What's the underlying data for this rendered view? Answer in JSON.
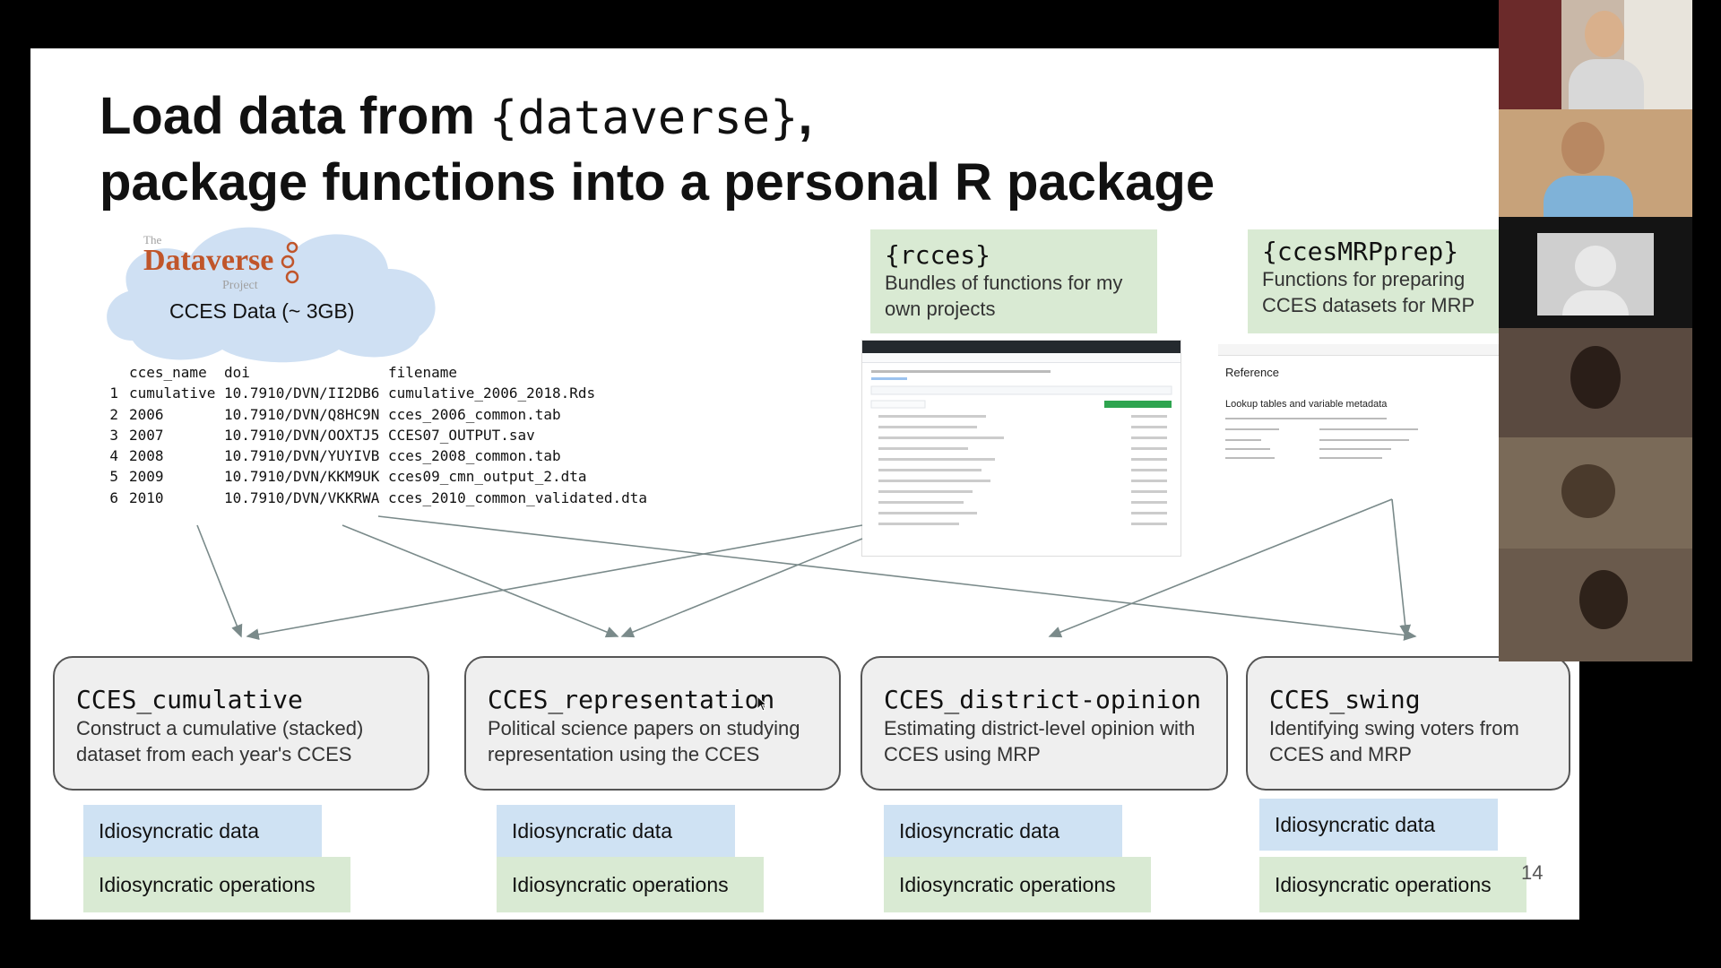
{
  "slide": {
    "title_line1_pre": "Load data from ",
    "title_line1_code": "{dataverse}",
    "title_line1_post": ",",
    "title_line2": "package functions into a personal R package",
    "page_number": "14"
  },
  "dataverse": {
    "logo_the": "The",
    "logo_name": "Dataverse",
    "logo_project": "Project",
    "label": "CCES Data (~ 3GB)"
  },
  "data_table": {
    "headers": [
      "",
      "cces_name",
      "doi",
      "filename"
    ],
    "rows": [
      [
        "1",
        "cumulative",
        "10.7910/DVN/II2DB6",
        "cumulative_2006_2018.Rds"
      ],
      [
        "2",
        "2006",
        "10.7910/DVN/Q8HC9N",
        "cces_2006_common.tab"
      ],
      [
        "3",
        "2007",
        "10.7910/DVN/OOXTJ5",
        "CCES07_OUTPUT.sav"
      ],
      [
        "4",
        "2008",
        "10.7910/DVN/YUYIVB",
        "cces_2008_common.tab"
      ],
      [
        "5",
        "2009",
        "10.7910/DVN/KKM9UK",
        "cces09_cmn_output_2.dta"
      ],
      [
        "6",
        "2010",
        "10.7910/DVN/VKKRWA",
        "cces_2010_common_validated.dta"
      ]
    ]
  },
  "packages": [
    {
      "name": "{rcces}",
      "description": "Bundles of functions for my own projects"
    },
    {
      "name": "{ccesMRPprep}",
      "description": "Functions for preparing CCES datasets for MRP"
    }
  ],
  "reference_shot": {
    "heading": "Reference",
    "subheading": "Lookup tables and variable metadata"
  },
  "projects": [
    {
      "name": "CCES_cumulative",
      "description": "Construct a cumulative (stacked) dataset from each year's CCES",
      "tag1": "Idiosyncratic data",
      "tag2": "Idiosyncratic operations"
    },
    {
      "name": "CCES_representation",
      "description": "Political science papers on studying representation using the CCES",
      "tag1": "Idiosyncratic data",
      "tag2": "Idiosyncratic operations"
    },
    {
      "name": "CCES_district-opinion",
      "description": "Estimating district-level opinion with CCES using MRP",
      "tag1": "Idiosyncratic data",
      "tag2": "Idiosyncratic operations"
    },
    {
      "name": "CCES_swing",
      "description": "Identifying swing voters from CCES and MRP",
      "tag1": "Idiosyncratic data",
      "tag2": "Idiosyncratic operations"
    }
  ],
  "colors": {
    "package_bg": "#d9ead3",
    "data_tag_bg": "#cfe2f3",
    "ops_tag_bg": "#d9ead3",
    "project_box_bg": "#efefef",
    "arrow": "#7a8a8a",
    "dataverse_brand": "#c0552a"
  }
}
